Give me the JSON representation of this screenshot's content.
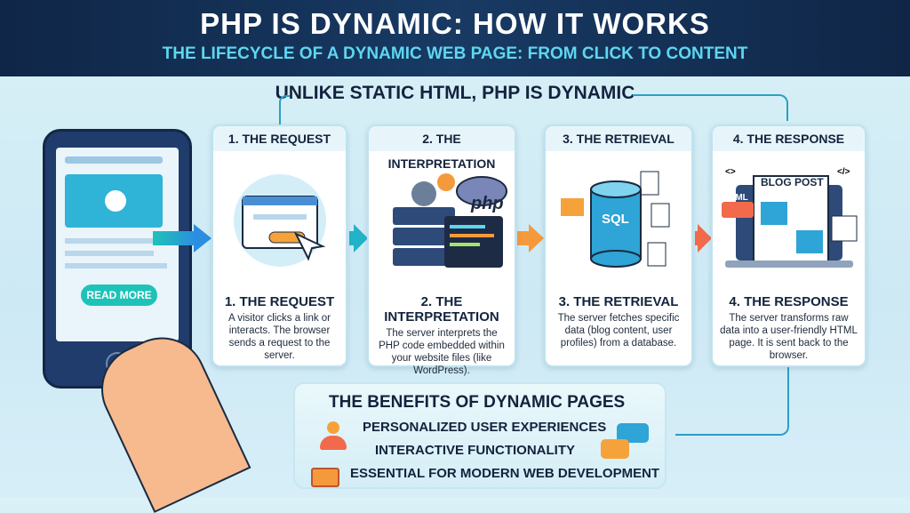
{
  "header": {
    "title": "PHP IS DYNAMIC: HOW IT WORKS",
    "subtitle": "THE LIFECYCLE OF A DYNAMIC WEB PAGE: FROM CLICK TO CONTENT"
  },
  "banner": "UNLIKE STATIC HTML, PHP IS DYNAMIC",
  "phone": {
    "button_label": "READ MORE"
  },
  "steps": [
    {
      "header": "1. THE REQUEST",
      "title": "1. THE REQUEST",
      "text": "A visitor clicks a link or interacts. The browser sends a request to the server."
    },
    {
      "header": "2. THE INTERPRETATION",
      "title": "2. THE INTERPRETATION",
      "text": "The server interprets the PHP code embedded within your website files (like WordPress).",
      "badge": "php"
    },
    {
      "header": "3. THE RETRIEVAL",
      "title": "3. THE RETRIEVAL",
      "text": "The server fetches specific data (blog content, user profiles) from a database.",
      "db_label": "SQL"
    },
    {
      "header": "4. THE RESPONSE",
      "title": "4. THE RESPONSE",
      "text": "The server transforms raw data into a user-friendly HTML page. It is sent back to the browser.",
      "page_title": "BLOG POST",
      "html_tag": "HTML",
      "code_open": "<>",
      "code_close": "</>"
    }
  ],
  "benefits": {
    "title": "THE BENEFITS OF DYNAMIC PAGES",
    "items": [
      "PERSONALIZED USER EXPERIENCES",
      "INTERACTIVE FUNCTIONALITY",
      "ESSENTIAL FOR MODERN WEB DEVELOPMENT"
    ]
  },
  "colors": {
    "header_bg": "#0f2647",
    "subtitle": "#5fd6f0",
    "accent": "#2b9fc5",
    "arrow_start": "#1dc3b8",
    "arrow_end": "#f26a4b"
  }
}
